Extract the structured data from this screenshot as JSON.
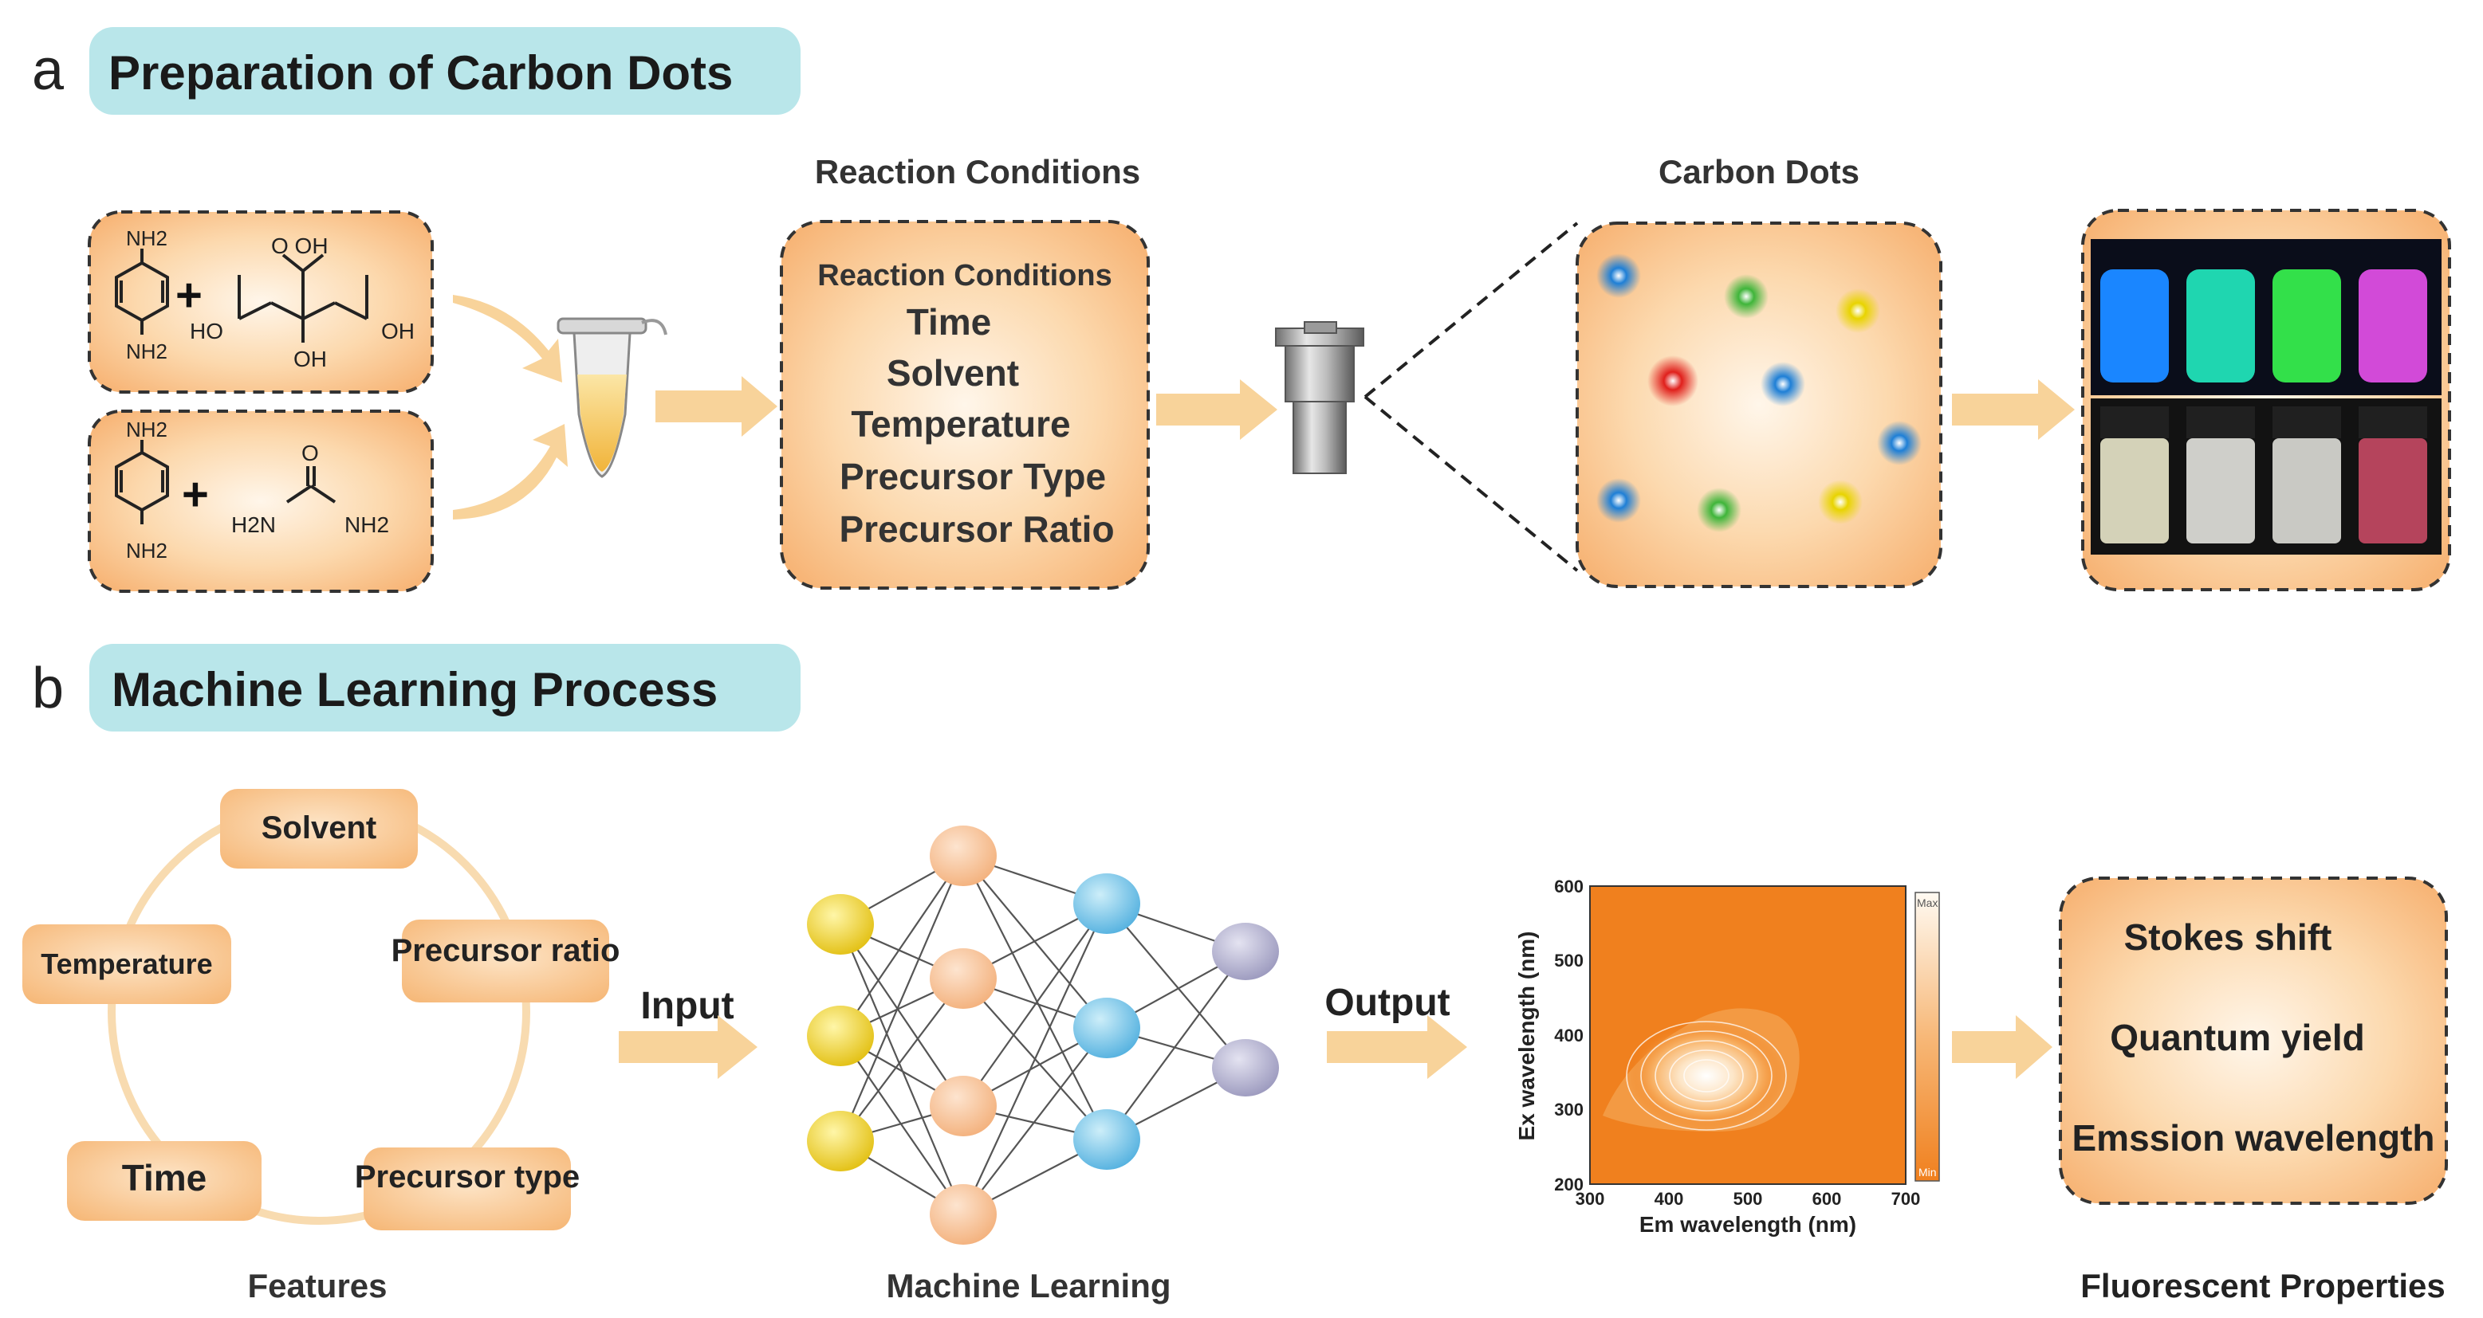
{
  "section_a": {
    "letter": "a",
    "title": "Preparation of Carbon Dots",
    "molecule_1": {
      "top": "NH2",
      "bottom": "NH2",
      "acid_top": "O OH",
      "acid_left": "HO",
      "acid_mid": "OH",
      "acid_right": "OH"
    },
    "molecule_2": {
      "top": "NH2",
      "bottom": "NH2",
      "urea_o": "O",
      "urea_left": "H2N",
      "urea_right": "NH2"
    },
    "plus": "+",
    "reaction_heading": "Reaction Conditions",
    "reaction_items": [
      "Reaction Conditions",
      "Time",
      "Solvent",
      "Temperature",
      "Precursor Type",
      "Precursor Ratio"
    ],
    "carbon_heading": "Carbon Dots",
    "dot_colors": {
      "blue": "#1e7fd6",
      "green": "#3fb53a",
      "yellow": "#e8d400",
      "red": "#e0201c"
    },
    "vial_uv_colors": [
      "#1a86ff",
      "#1fd6b0",
      "#33e04a",
      "#d24ad8"
    ],
    "vial_day_colors": [
      "#d4d2b8",
      "#cfcfca",
      "#c9c9c4",
      "#b5445c"
    ]
  },
  "section_b": {
    "letter": "b",
    "title": "Machine Learning Process",
    "features": [
      "Solvent",
      "Precursor ratio",
      "Precursor type",
      "Time",
      "Temperature"
    ],
    "features_caption": "Features",
    "input_label": "Input",
    "ml_caption": "Machine Learning",
    "output_label": "Output",
    "heatmap": {
      "ylabel": "Ex wavelength (nm)",
      "xlabel": "Em wavelength (nm)",
      "xticks": [
        "300",
        "400",
        "500",
        "600",
        "700"
      ],
      "yticks": [
        "200",
        "300",
        "400",
        "500",
        "600"
      ],
      "colorbar_max": "Max",
      "colorbar_min": "Min"
    },
    "properties": [
      "Stokes shift",
      "Quantum yield",
      "Emssion wavelength"
    ],
    "properties_caption": "Fluorescent Properties"
  },
  "colors": {
    "title_bg": "#b9e6ea",
    "box_fill": "#f9c48e",
    "arrow": "#f8d39a",
    "heatmap_bg": "#f0801e",
    "layer1": "#e8c722",
    "layer2": "#f6be8f",
    "layer3": "#7cc5e6",
    "layer4": "#a9a8c8"
  }
}
